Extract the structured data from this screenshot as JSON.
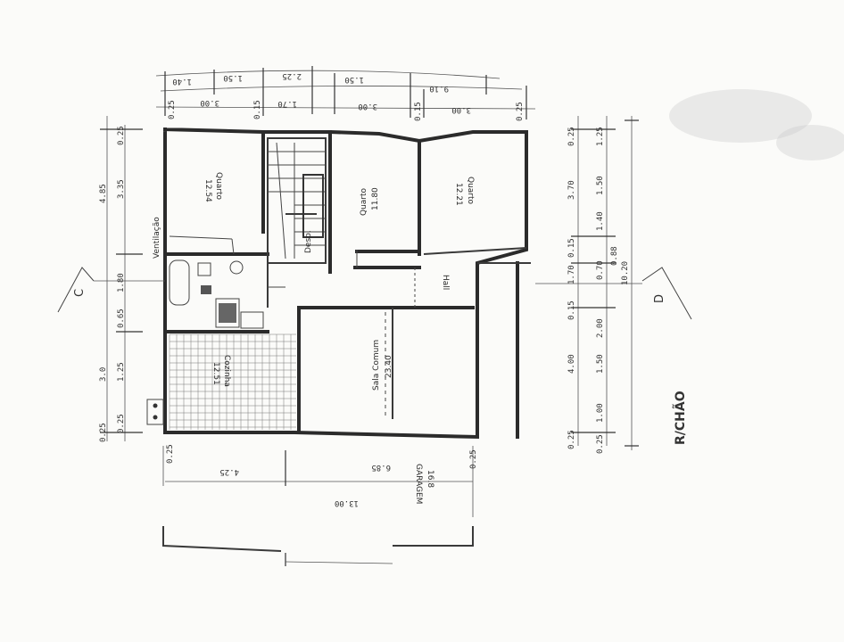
{
  "plan": {
    "floor_label": "R/CHÃO",
    "section_left": "C",
    "section_right": "D",
    "rooms": [
      {
        "id": "quarto1",
        "name": "Quarto",
        "area": "12.54"
      },
      {
        "id": "quarto2",
        "name": "Quarto",
        "area": "11.80"
      },
      {
        "id": "quarto3",
        "name": "Quarto",
        "area": "12.21"
      },
      {
        "id": "sala",
        "name": "Sala Comum",
        "area": "23.40"
      },
      {
        "id": "cozinha",
        "name": "Cozinha",
        "area": "12.51"
      },
      {
        "id": "hall",
        "name": "Hall",
        "area": ""
      },
      {
        "id": "garagem",
        "name": "GARAGEM",
        "area": "16.8"
      },
      {
        "id": "despensa",
        "name": "Desp.",
        "area": ""
      },
      {
        "id": "ventilacao",
        "name": "Ventilação",
        "area": ""
      }
    ],
    "dims_top_outer": [
      "1.40",
      "1.50",
      "2.25",
      "1.50"
    ],
    "dims_top_total": "9.10",
    "dims_top_inner": [
      "0.25",
      "3.00",
      "0.15",
      "1.70",
      "3.00",
      "0.15",
      "3.00",
      "0.25"
    ],
    "dims_right_a": [
      "0.25",
      "3.70",
      "0.15",
      "1.70",
      "0.15",
      "4.00",
      "0.25"
    ],
    "dims_right_b": [
      "1.25",
      "1.50",
      "1.40",
      "0.70",
      "2.00",
      "1.50",
      "1.00",
      "0.25"
    ],
    "dims_right_total": "10.20",
    "dims_right_small": "0.88",
    "dims_left_outer": [
      "4.85",
      "3.0",
      "0.25"
    ],
    "dims_left_inner": [
      "0.25",
      "3.35",
      "1.80",
      "0.65",
      "1.25",
      "0.25"
    ],
    "dims_bottom": [
      "0.25",
      "4.25",
      "6.85",
      "0.25"
    ],
    "dims_bottom_total": "13.00"
  }
}
